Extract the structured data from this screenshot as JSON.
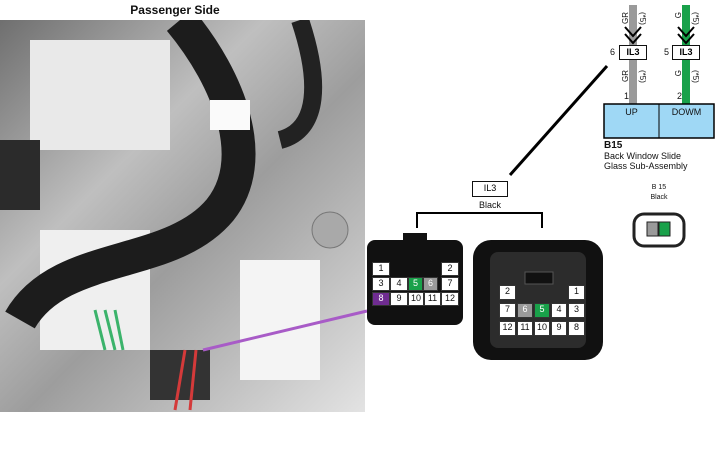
{
  "title": "Passenger Side",
  "connector": {
    "name": "IL3",
    "color": "Black"
  },
  "component": {
    "id": "B15",
    "desc_line1": "Back Window Slide",
    "desc_line2": "Glass Sub-Assembly",
    "thumb_id": "B 15",
    "thumb_color": "Black",
    "terminal_up": "UP",
    "terminal_down": "DOWM",
    "pin_up": "1",
    "pin_down": "2"
  },
  "wires": {
    "left_color": "GR",
    "left_suffix": "(*5)",
    "right_color": "G",
    "right_suffix": "(*5)",
    "left_pin": "6",
    "right_pin": "5",
    "left_tag": "IL3",
    "right_tag": "IL3"
  },
  "connector_a_pins": [
    {
      "n": "1",
      "s": ""
    },
    {
      "n": "2",
      "s": ""
    },
    {
      "n": "3",
      "s": ""
    },
    {
      "n": "4",
      "s": ""
    },
    {
      "n": "5",
      "s": "green"
    },
    {
      "n": "6",
      "s": "grey"
    },
    {
      "n": "7",
      "s": ""
    },
    {
      "n": "8",
      "s": "purple"
    },
    {
      "n": "9",
      "s": ""
    },
    {
      "n": "10",
      "s": ""
    },
    {
      "n": "11",
      "s": ""
    },
    {
      "n": "12",
      "s": ""
    }
  ],
  "connector_b_pins": [
    {
      "n": "2",
      "s": ""
    },
    {
      "n": "1",
      "s": ""
    },
    {
      "n": "7",
      "s": ""
    },
    {
      "n": "6",
      "s": "grey"
    },
    {
      "n": "5",
      "s": "green"
    },
    {
      "n": "4",
      "s": ""
    },
    {
      "n": "3",
      "s": ""
    },
    {
      "n": "12",
      "s": ""
    },
    {
      "n": "11",
      "s": ""
    },
    {
      "n": "10",
      "s": ""
    },
    {
      "n": "9",
      "s": ""
    },
    {
      "n": "8",
      "s": ""
    }
  ],
  "colors": {
    "wire_grey": "#9a9a9a",
    "wire_green": "#19a14a",
    "panel_blue": "#9fd8f5",
    "purple": "#a85bc7"
  }
}
